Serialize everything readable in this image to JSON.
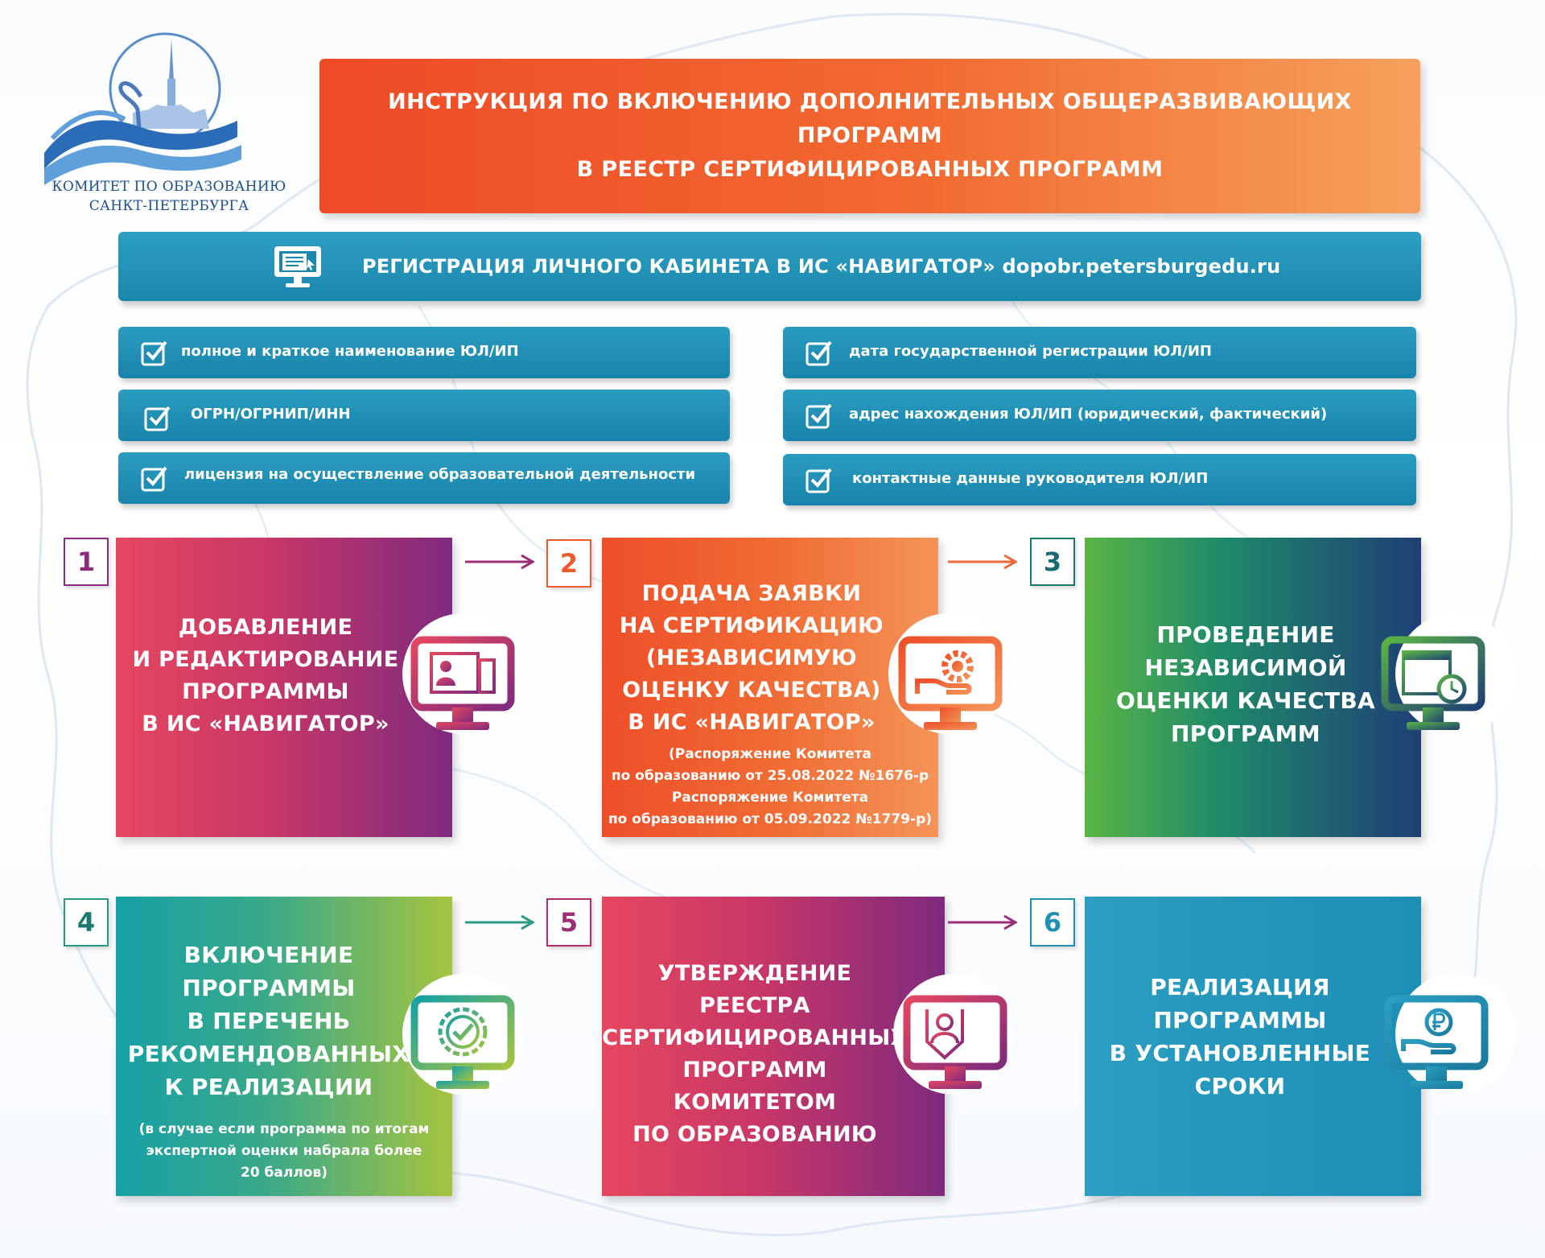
{
  "logo": {
    "line1": "КОМИТЕТ ПО ОБРАЗОВАНИЮ",
    "line2": "САНКТ-ПЕТЕРБУРГА"
  },
  "title": {
    "line1": "ИНСТРУКЦИЯ ПО ВКЛЮЧЕНИЮ ДОПОЛНИТЕЛЬНЫХ ОБЩЕРАЗВИВАЮЩИХ ПРОГРАММ",
    "line2": "В РЕЕСТР СЕРТИФИЦИРОВАННЫХ ПРОГРАММ"
  },
  "registration": {
    "text": "РЕГИСТРАЦИЯ ЛИЧНОГО КАБИНЕТА В ИС «НАВИГАТОР» dopobr.petersburgedu.ru",
    "icon": "computer-document-icon"
  },
  "checklist": [
    "полное и краткое наименование ЮЛ/ИП",
    "ОГРН/ОГРНИП/ИНН",
    "лицензия на осуществление образовательной деятельности",
    "дата государственной регистрации ЮЛ/ИП",
    "адрес нахождения ЮЛ/ИП (юридический, фактический)",
    "контактные данные руководителя ЮЛ/ИП"
  ],
  "steps": [
    {
      "number": "1",
      "title": [
        "ДОБАВЛЕНИЕ",
        "И РЕДАКТИРОВАНИЕ",
        "ПРОГРАММЫ",
        "В ИС «НАВИГАТОР»"
      ],
      "icon": "program-profile-icon",
      "color": "#8e2a7e"
    },
    {
      "number": "2",
      "title": [
        "ПОДАЧА ЗАЯВКИ",
        "НА СЕРТИФИКАЦИЮ",
        "(НЕЗАВИСИМУЮ",
        "ОЦЕНКУ КАЧЕСТВА)",
        "В ИС «НАВИГАТОР»"
      ],
      "note": [
        "(Распоряжение Комитета",
        "по образованию от 25.08.2022 №1676-р",
        "Распоряжение Комитета",
        "по образованию от 05.09.2022 №1779-р)"
      ],
      "icon": "hand-gear-icon",
      "color": "#ee5a2b"
    },
    {
      "number": "3",
      "title": [
        "ПРОВЕДЕНИЕ",
        "НЕЗАВИСИМОЙ",
        "ОЦЕНКИ КАЧЕСТВА",
        "ПРОГРАММ"
      ],
      "icon": "calendar-clock-icon",
      "color": "#1a7a6a"
    },
    {
      "number": "4",
      "title": [
        "ВКЛЮЧЕНИЕ",
        "ПРОГРАММЫ",
        "В ПЕРЕЧЕНЬ",
        "РЕКОМЕНДОВАННЫХ",
        "К РЕАЛИЗАЦИИ"
      ],
      "note": [
        "(в случае если программа по итогам",
        "экспертной оценки набрала более",
        "20 баллов)"
      ],
      "icon": "approval-badge-icon",
      "color": "#2a9a86"
    },
    {
      "number": "5",
      "title": [
        "УТВЕРЖДЕНИЕ РЕЕСТРА",
        "СЕРТИФИЦИРОВАННЫХ",
        "ПРОГРАММ",
        "КОМИТЕТОМ",
        "ПО ОБРАЗОВАНИЮ"
      ],
      "icon": "user-download-icon",
      "color": "#b32d6a"
    },
    {
      "number": "6",
      "title": [
        "РЕАЛИЗАЦИЯ",
        "ПРОГРАММЫ",
        "В УСТАНОВЛЕННЫЕ",
        "СРОКИ"
      ],
      "icon": "ruble-hand-icon",
      "color": "#1f8fb3"
    }
  ]
}
